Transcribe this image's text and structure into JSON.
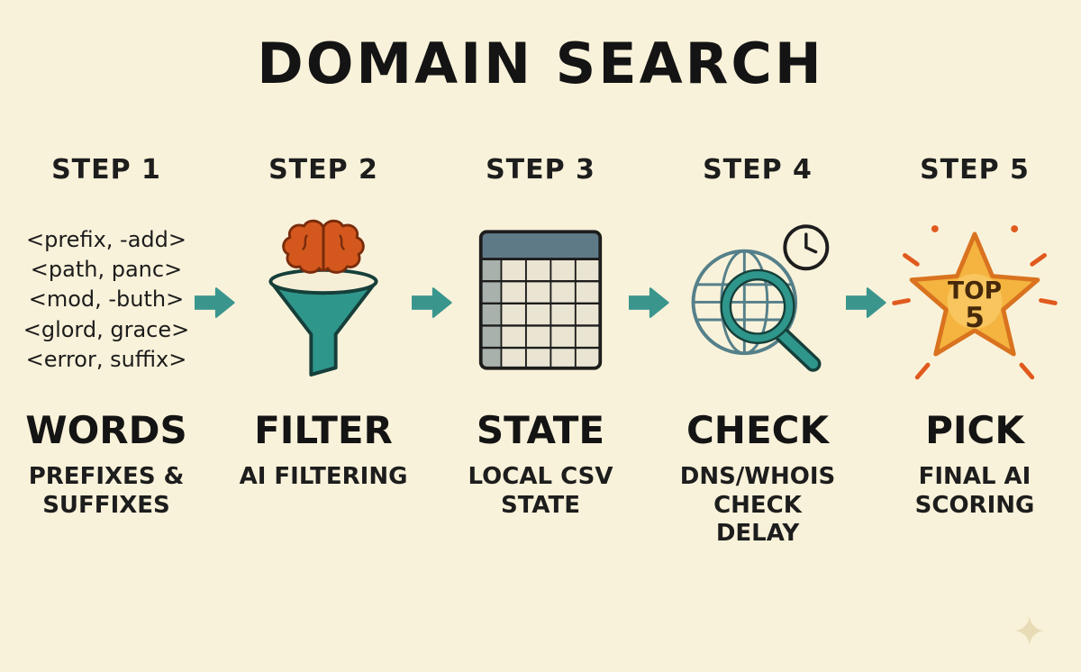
{
  "title": "DOMAIN SEARCH",
  "colors": {
    "background": "#f9f2da",
    "ink": "#1b1b1b",
    "teal": "#3a968d",
    "funnel_teal": "#2f968c",
    "brain_orange": "#d4581d",
    "table_header_slate": "#5f7a87",
    "star_gold": "#f4b43f",
    "star_outline_orange": "#d9731f",
    "ray_orange": "#e05a1e"
  },
  "steps": [
    {
      "step_label": "STEP 1",
      "title": "WORDS",
      "caption": "PREFIXES & SUFFIXES",
      "icon": "word-list-icon",
      "words": [
        "<prefix, -add>",
        "<path, panc>",
        "<mod, -buth>",
        "<glord, grace>",
        "<error, suffix>"
      ]
    },
    {
      "step_label": "STEP 2",
      "title": "FILTER",
      "caption": "AI FILTERING",
      "icon": "brain-funnel-icon"
    },
    {
      "step_label": "STEP 3",
      "title": "STATE",
      "caption": "LOCAL CSV STATE",
      "icon": "spreadsheet-icon"
    },
    {
      "step_label": "STEP 4",
      "title": "CHECK",
      "caption": "DNS/WHOIS CHECK DELAY",
      "icon": "globe-magnifier-clock-icon"
    },
    {
      "step_label": "STEP 5",
      "title": "PICK",
      "caption": "FINAL AI SCORING",
      "icon": "star-icon",
      "badge": {
        "line1": "TOP",
        "line2": "5"
      }
    }
  ],
  "decorations": {
    "sparkle": "✦"
  }
}
